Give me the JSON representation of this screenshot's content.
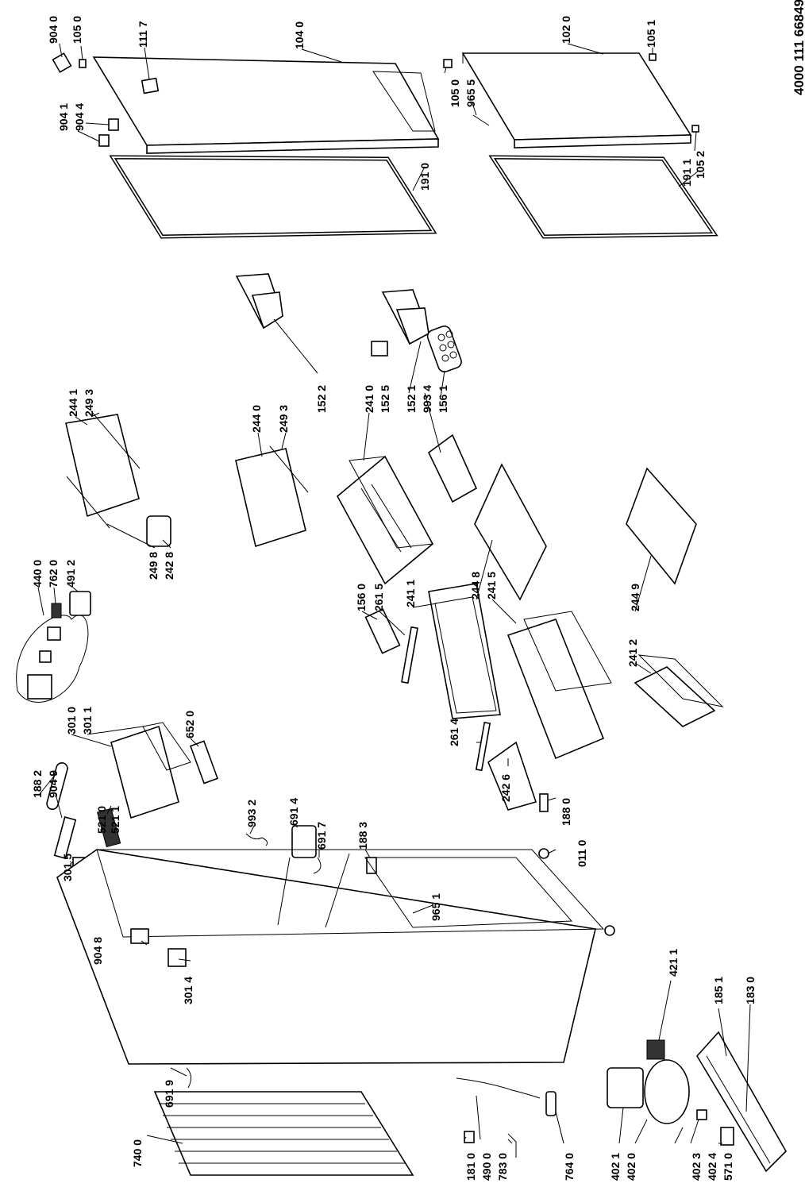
{
  "document_number": "4000 111 66849",
  "labels": [
    "904 0",
    "105 0",
    "111 7",
    "104 0",
    "102 0",
    "105 1",
    "105 0",
    "965 5",
    "904 1",
    "904 4",
    "191 0",
    "191 1",
    "105 2",
    "152 2",
    "241 0",
    "152 5",
    "152 1",
    "993 4",
    "156 1",
    "244 1",
    "249 3",
    "244 0",
    "249 3",
    "249 8",
    "242 8",
    "440 0",
    "762 0",
    "491 2",
    "244 8",
    "241 5",
    "244 9",
    "156 0",
    "261 5",
    "241 1",
    "241 2",
    "301 0",
    "301 1",
    "652 0",
    "188 2",
    "904 9",
    "521 0",
    "521 1",
    "301 5",
    "993 2",
    "691 4",
    "691 7",
    "188 3",
    "261 4",
    "242 6",
    "188 0",
    "011 0",
    "904 8",
    "965 1",
    "301 4",
    "691 9",
    "740 0",
    "181 0",
    "490 0",
    "783 0",
    "764 0",
    "402 1",
    "402 0",
    "402 3",
    "402 4",
    "571 0",
    "421 1",
    "185 1",
    "183 0"
  ]
}
